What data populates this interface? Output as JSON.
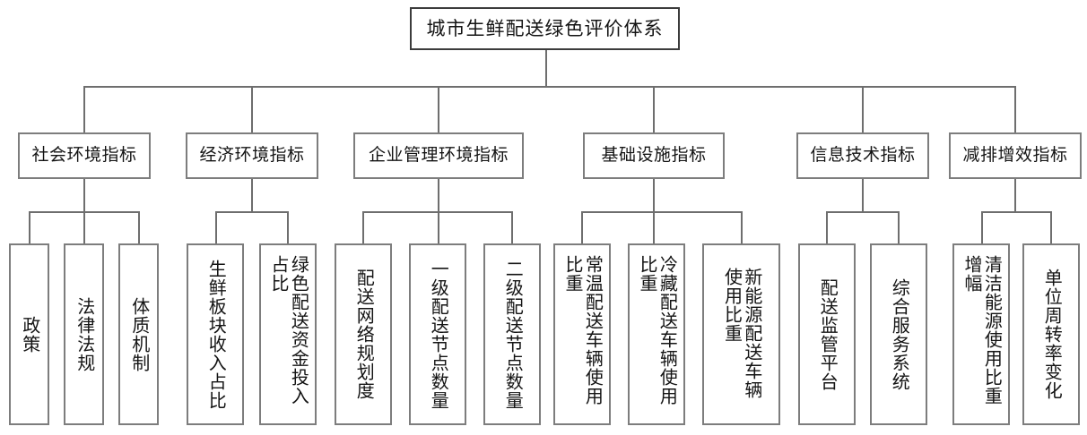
{
  "diagram": {
    "type": "hierarchy-tree",
    "title": "城市生鲜配送绿色评价体系",
    "levels": 3,
    "colors": {
      "box_border": "#7d7d7d",
      "root_border": "#3c3c3c",
      "line": "#6e6e6e",
      "background": "#ffffff",
      "text": "#141414"
    }
  },
  "root": {
    "label": "城市生鲜配送绿色评价体系"
  },
  "categories": [
    {
      "label": "社会环境指标"
    },
    {
      "label": "经济环境指标"
    },
    {
      "label": "企业管理环境指标"
    },
    {
      "label": "基础设施指标"
    },
    {
      "label": "信息技术指标"
    },
    {
      "label": "减排增效指标"
    }
  ],
  "leaves": {
    "social": [
      {
        "label": "政策"
      },
      {
        "label": "法律法规"
      },
      {
        "label": "体质机制"
      }
    ],
    "economic": [
      {
        "label": "生鲜板块收入占比"
      },
      {
        "label": "绿色配送资金投入占比"
      }
    ],
    "enterprise": [
      {
        "label": "配送网络规划度"
      },
      {
        "label": "一级配送节点数量"
      },
      {
        "label": "二级配送节点数量"
      }
    ],
    "infrastructure": [
      {
        "label": "常温配送车辆使用比重"
      },
      {
        "label": "冷藏配送车辆使用比重"
      },
      {
        "label": "新能源配送车辆使用比重"
      }
    ],
    "information": [
      {
        "label": "配送监管平台"
      },
      {
        "label": "综合服务系统"
      }
    ],
    "emission": [
      {
        "label": "清洁能源使用比重增幅"
      },
      {
        "label": "单位周转率变化"
      }
    ]
  }
}
